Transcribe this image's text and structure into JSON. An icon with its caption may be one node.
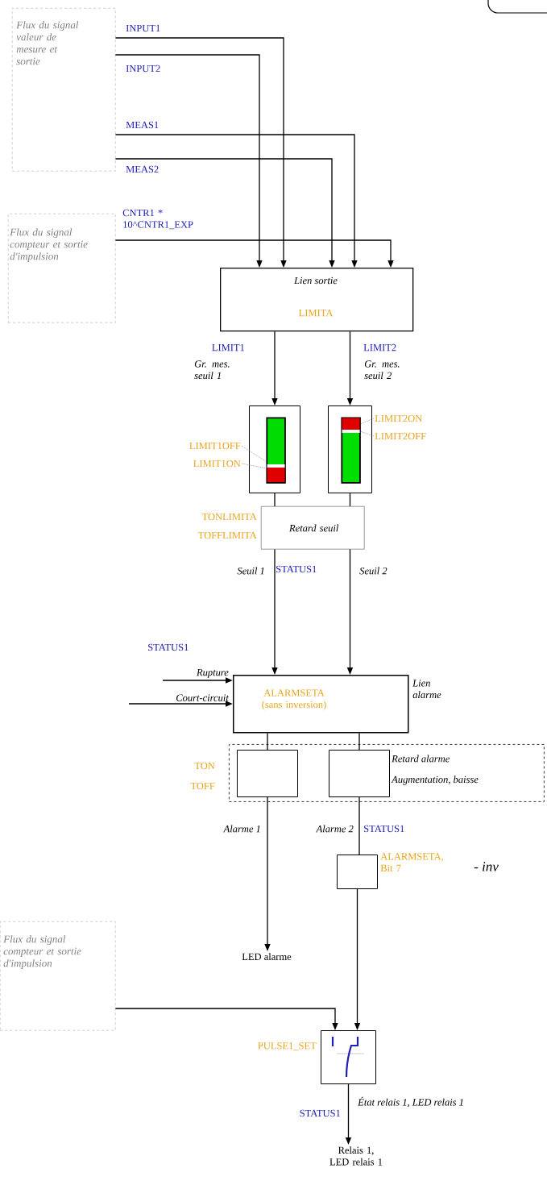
{
  "diagram": {
    "nodes": [
      {
        "text": [
          "Flux du signal valeur de mesure et sortie"
        ]
      },
      {
        "text": [
          "Flux du signal compteur et sortie d'impulsion"
        ]
      },
      {
        "text": [
          "Lien sortie",
          "LIMITA"
        ]
      },
      {
        "text": [],
        "shape": "box"
      },
      {
        "text": [],
        "shape": "bar",
        "in": 3
      },
      {
        "text": [
          "LIMIT1OFF"
        ]
      },
      {
        "text": [
          "LIMIT1ON"
        ]
      },
      {
        "text": [],
        "shape": "box"
      },
      {
        "text": [],
        "shape": "bar",
        "in": 7
      },
      {
        "text": [
          "LIMIT2ON"
        ]
      },
      {
        "text": [
          "LIMIT2OFF"
        ]
      },
      {
        "text": [
          "Retard seuil"
        ],
        "beside": [
          "TONLIMITA",
          "TOFFLIMITA"
        ]
      },
      {
        "text": [
          "ALARMSETA (sans inversion)"
        ],
        "beside": [
          "Lien alarme"
        ]
      },
      {
        "text": [
          "Retard alarme",
          "Augmentation, baisse"
        ]
      },
      {
        "text": [],
        "shape": "box",
        "in": 13,
        "beside": [
          "TON",
          "TOFF"
        ]
      },
      {
        "text": [],
        "shape": "box",
        "in": 13
      },
      {
        "text": [],
        "shape": "box",
        "beside": [
          "ALARMSETA, Bit 7",
          "- inv"
        ]
      },
      {
        "text": [
          "LED alarme"
        ]
      },
      {
        "text": [
          "Flux du signal compteur et sortie d'impulsion"
        ]
      },
      {
        "text": [],
        "shape": "box",
        "beside": [
          "PULSE1_SET"
        ]
      },
      {
        "text": [
          "Relais 1, LED relais 1"
        ]
      }
    ],
    "edges": [
      {
        "from": 0,
        "to": 2,
        "arrow": "to",
        "label": "INPUT1"
      },
      {
        "from": 0,
        "to": 2,
        "arrow": "to",
        "label": "INPUT2"
      },
      {
        "from": 0,
        "to": 2,
        "arrow": "to",
        "label": "MEAS1"
      },
      {
        "from": 0,
        "to": 2,
        "arrow": "to",
        "label": "MEAS2"
      },
      {
        "from": 1,
        "to": 2,
        "arrow": "to",
        "label": "CNTR1 * 10^CNTR1_EXP"
      },
      {
        "from": 2,
        "to": 3,
        "arrow": "to",
        "label": "LIMIT1"
      },
      {
        "from": 2,
        "to": 7,
        "arrow": "to",
        "label": "LIMIT2"
      },
      {
        "from": 5,
        "to": 4,
        "arrow": "none",
        "style": "dashed",
        "color": "#7f7f7f"
      },
      {
        "from": 6,
        "to": 4,
        "arrow": "none",
        "style": "dashed",
        "color": "#7f7f7f"
      },
      {
        "from": 9,
        "to": 8,
        "arrow": "none",
        "style": "dashed",
        "color": "#7f7f7f"
      },
      {
        "from": 10,
        "to": 8,
        "arrow": "none",
        "style": "dashed",
        "color": "#7f7f7f"
      },
      {
        "from": 3,
        "to": 11,
        "arrow": "none"
      },
      {
        "from": 7,
        "to": 11,
        "arrow": "none"
      },
      {
        "from": 11,
        "to": 12,
        "arrow": "to",
        "label": "Seuil 1"
      },
      {
        "from": 11,
        "to": 12,
        "arrow": "to",
        "label": "Seuil 2"
      },
      {
        "from": null,
        "to": 12,
        "arrow": "to",
        "label": "Rupture"
      },
      {
        "from": null,
        "to": 12,
        "arrow": "to",
        "label": "Court-circuit"
      },
      {
        "from": 12,
        "to": 14,
        "arrow": "none"
      },
      {
        "from": 12,
        "to": 15,
        "arrow": "none"
      },
      {
        "from": 14,
        "to": 17,
        "arrow": "to",
        "label": "Alarme 1"
      },
      {
        "from": 15,
        "to": 16,
        "arrow": "none",
        "label": "Alarme 2"
      },
      {
        "from": 16,
        "to": 19,
        "arrow": "to"
      },
      {
        "from": 18,
        "to": 19,
        "arrow": "to"
      },
      {
        "from": 19,
        "to": 20,
        "arrow": "to",
        "label": "STATUS1"
      }
    ],
    "labels": [
      "Gr. mes. seuil 1",
      "Gr. mes. seuil 2",
      "STATUS1",
      "STATUS1",
      "STATUS1",
      "État relais 1, LED relais 1"
    ]
  }
}
